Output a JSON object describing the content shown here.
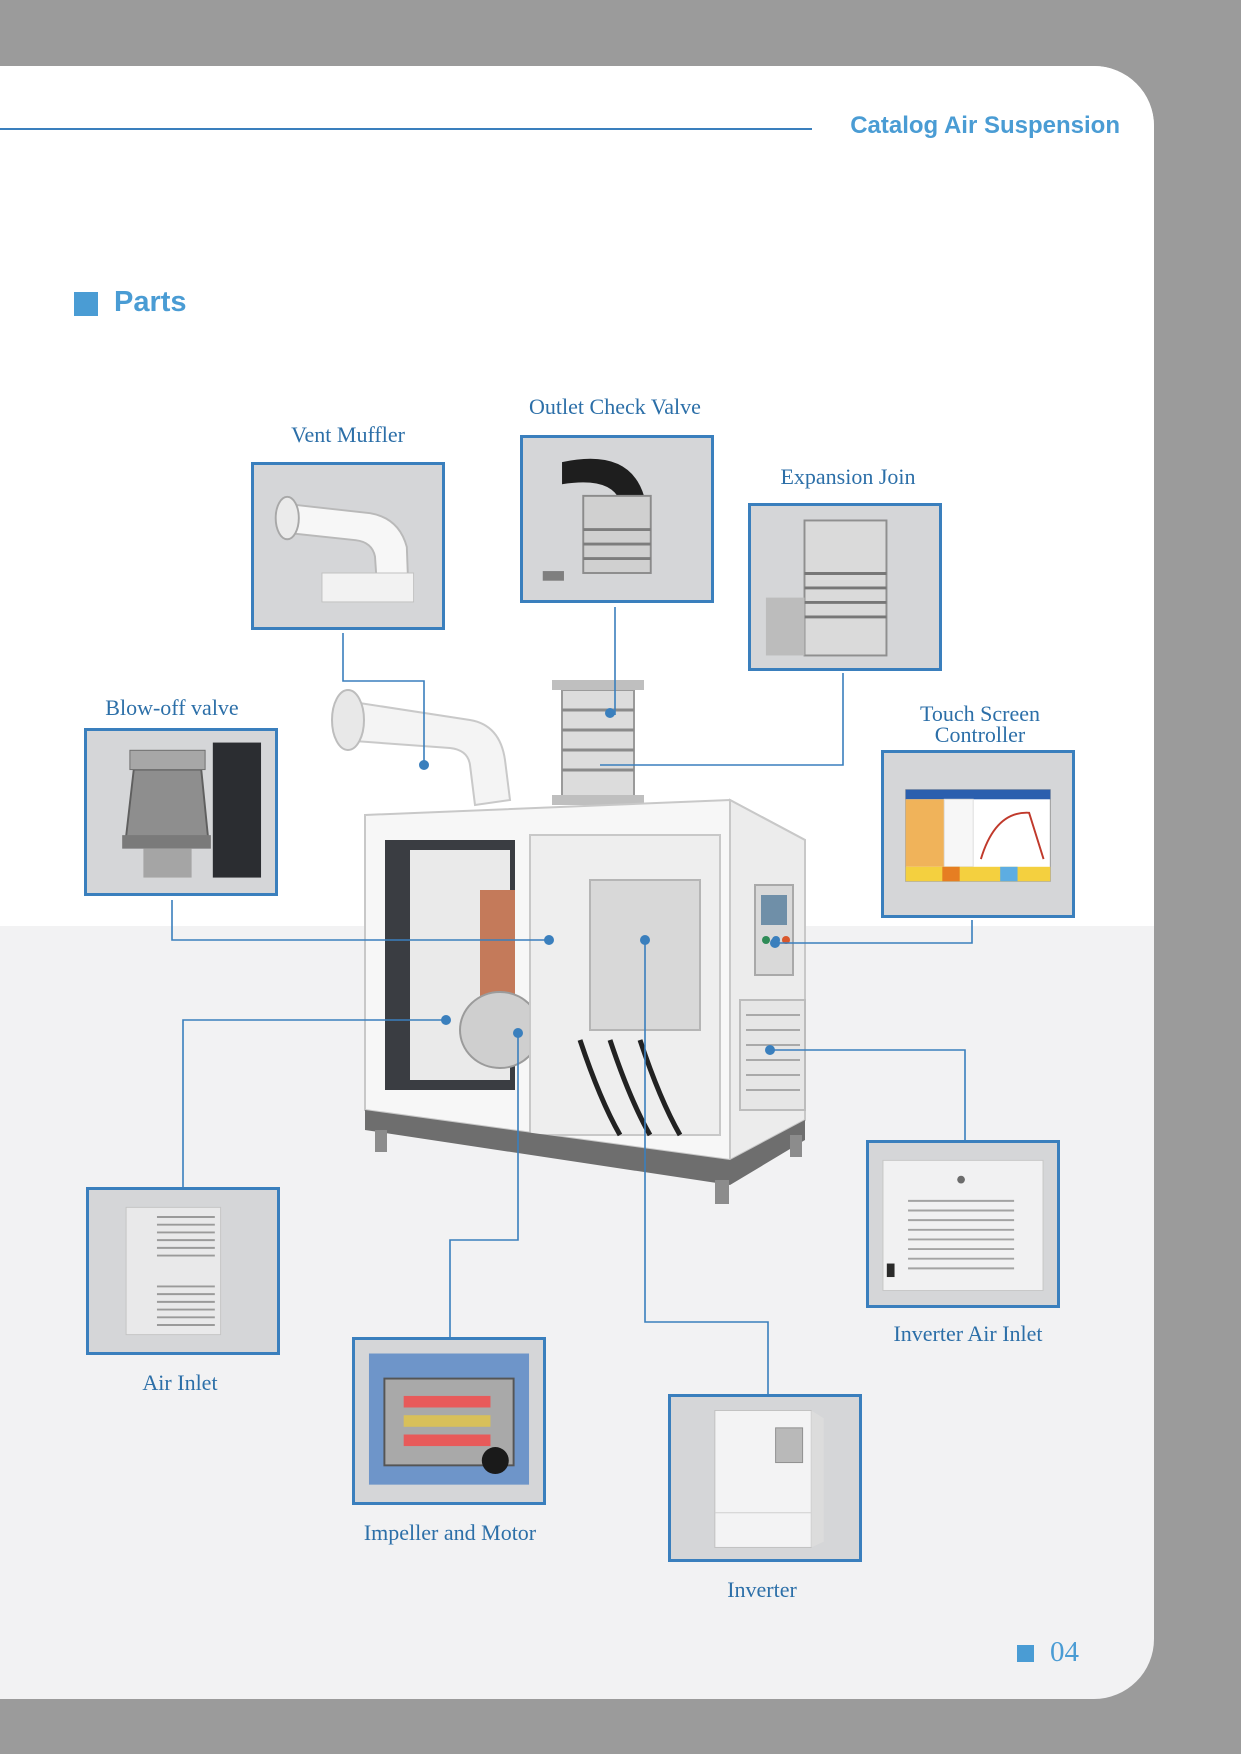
{
  "header": {
    "title": "Catalog Air Suspension"
  },
  "section": {
    "title": "Parts"
  },
  "parts": {
    "vent_muffler": "Vent Muffler",
    "outlet_check_valve": "Outlet Check Valve",
    "expansion_join": "Expansion Join",
    "blow_off_valve": "Blow-off valve",
    "touch_screen_controller_line1": "Touch Screen",
    "touch_screen_controller_line2": "Controller",
    "air_inlet": "Air Inlet",
    "impeller_and_motor": "Impeller and Motor",
    "inverter": "Inverter",
    "inverter_air_inlet": "Inverter Air Inlet"
  },
  "footer": {
    "page_number": "04"
  },
  "colors": {
    "accent": "#4a9cd4",
    "frame": "#3a7fbd",
    "label": "#2c6fa8"
  }
}
